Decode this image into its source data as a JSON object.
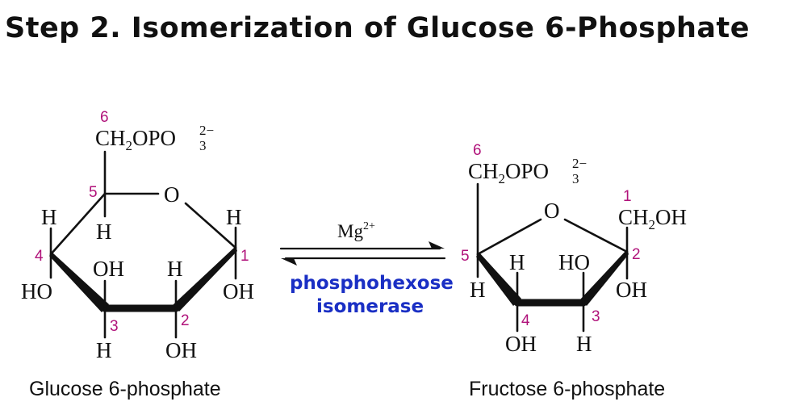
{
  "title": "Step 2. Isomerization of Glucose 6-Phosphate",
  "colors": {
    "carbon_number": "#b0127a",
    "enzyme": "#1a2fc4",
    "ink": "#111111"
  },
  "reaction": {
    "cofactor": "Mg",
    "cofactor_charge": "2+",
    "enzyme_line1": "phosphohexose",
    "enzyme_line2": "isomerase"
  },
  "glucose": {
    "caption": "Glucose 6-phosphate",
    "group_ch": "CH",
    "group_sub2": "2",
    "group_opo": "OPO",
    "group_sup": "2−",
    "group_sub3": "3",
    "ring_o": "O",
    "c1_h": "H",
    "c1_oh": "OH",
    "c2_h": "H",
    "c2_oh": "OH",
    "c3_oh": "OH",
    "c3_h": "H",
    "c4_h": "H",
    "c4_ho": "HO",
    "c5_h": "H",
    "n1": "1",
    "n2": "2",
    "n3": "3",
    "n4": "4",
    "n5": "5",
    "n6": "6"
  },
  "fructose": {
    "caption": "Fructose 6-phosphate",
    "group_ch": "CH",
    "group_sub2": "2",
    "group_opo": "OPO",
    "group_sup": "2−",
    "group_sub3": "3",
    "ring_o": "O",
    "c1_ch": "CH",
    "c1_sub2": "2",
    "c1_oh": "OH",
    "c2_oh": "OH",
    "c3_ho": "HO",
    "c3_h": "H",
    "c4_h": "H",
    "c4_oh": "OH",
    "c5_h": "H",
    "n1": "1",
    "n2": "2",
    "n3": "3",
    "n4": "4",
    "n5": "5",
    "n6": "6"
  }
}
